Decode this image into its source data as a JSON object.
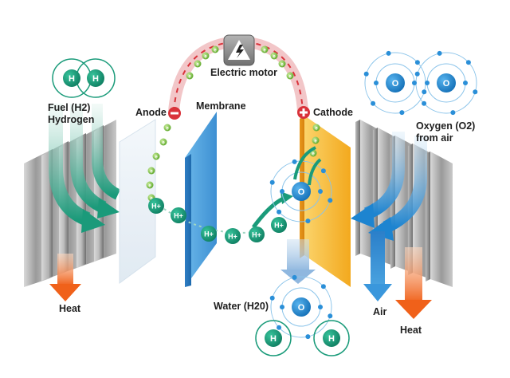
{
  "diagram": {
    "title": "",
    "labels": {
      "fuel": "Fuel (H2)",
      "fuel_sub": "Hydrogen",
      "anode": "Anode",
      "membrane": "Membrane",
      "electric_motor": "Electric motor",
      "cathode": "Cathode",
      "oxygen": "Oxygen (O2)",
      "oxygen_sub": "from air",
      "heat_left": "Heat",
      "water": "Water (H20)",
      "air": "Air",
      "heat_right": "Heat"
    },
    "atoms": {
      "hydrogen": "H",
      "oxygen": "O",
      "proton": "H+",
      "electron": "e"
    },
    "signs": {
      "anode": "−",
      "cathode": "+"
    },
    "colors": {
      "hydrogen_teal": "#1a9b7a",
      "electron_green": "#7cc242",
      "oxygen_blue": "#1d8fd6",
      "membrane_blue": "#4aa3e0",
      "cathode_yellow": "#f7b82e",
      "heat_orange": "#f06a1f",
      "air_blue": "#2f8fd8",
      "motor_gray": "#8a8a8a",
      "wire_red": "#d9323a",
      "sign_red": "#d9323a"
    }
  }
}
